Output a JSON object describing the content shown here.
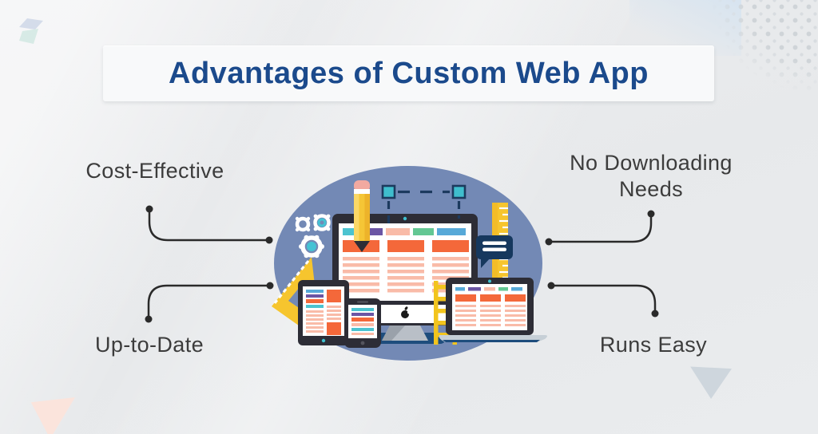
{
  "colors": {
    "bg": "#ecedef",
    "banner": "#f8f9fa",
    "title-blue": "#1b4a8c",
    "label-gray": "#3c3c3c",
    "line-dark": "#2a2a2a",
    "ellipse-blue": "#7389b5",
    "orange": "#f4683a",
    "salmon": "#f9bba8",
    "teal": "#4cc3d0",
    "purple": "#6b55a4",
    "green": "#63c793",
    "sky-blue": "#57a9d8",
    "yellow": "#f6c52e",
    "navy": "#16385e",
    "bezel-dark": "#2d2d36"
  },
  "header": {
    "title": "Advantages of Custom Web App"
  },
  "advantages": [
    {
      "label": "Cost-Effective",
      "position": "top-left"
    },
    {
      "label": "No Downloading Needs",
      "position": "top-right"
    },
    {
      "label": "Up-to-Date",
      "position": "bottom-left"
    },
    {
      "label": "Runs Easy",
      "position": "bottom-right"
    }
  ],
  "illustration": {
    "name": "responsive-web-app-devices",
    "elements": [
      "desktop-monitor",
      "laptop",
      "tablet",
      "smartphone",
      "pencil",
      "vector-path-handles",
      "gears",
      "set-square-ruler",
      "vertical-ruler",
      "speech-bubble",
      "ladder"
    ]
  },
  "decor": {
    "logo": "brand-s-mark",
    "corner_pattern": "halftone-dots",
    "corner_triangles": [
      "peach-triangle-bottom-left",
      "gray-triangle-bottom-right"
    ]
  }
}
